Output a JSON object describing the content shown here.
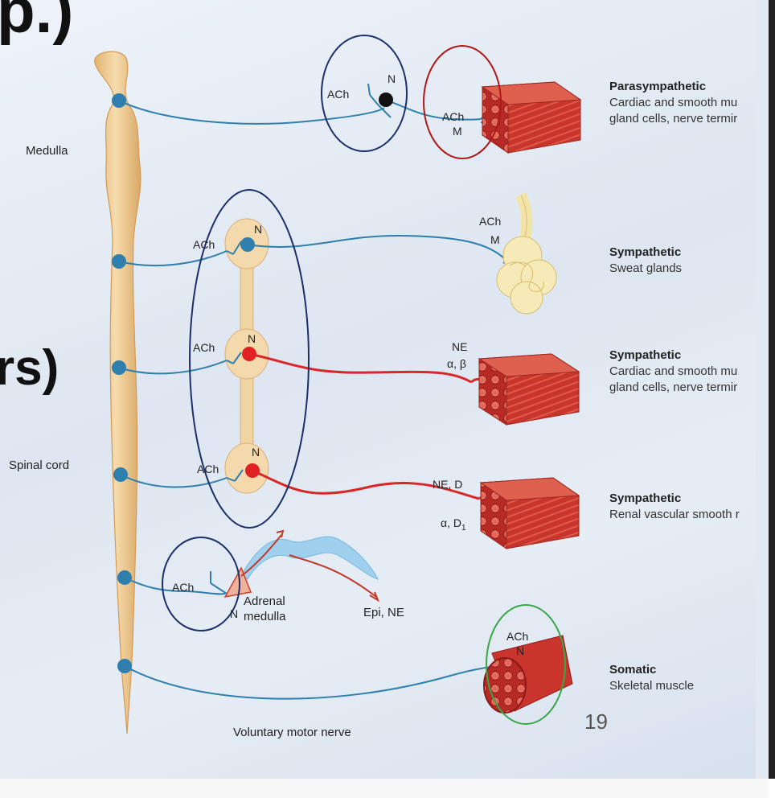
{
  "slide_fragments": {
    "top": "p.)",
    "middle": "rs)"
  },
  "labels": {
    "medulla": "Medulla",
    "spinal_cord": "Spinal cord",
    "adrenal_line1": "Adrenal",
    "adrenal_line2": "medulla",
    "epi_ne": "Epi, NE",
    "voluntary_motor_nerve": "Voluntary motor nerve"
  },
  "transmitters": {
    "ach": "ACh",
    "n": "N",
    "m": "M",
    "ne": "NE",
    "alpha_beta": "α, β",
    "ne_d": "NE, D",
    "alpha_d1": "α, D",
    "d1_sub": "1"
  },
  "pathways": [
    {
      "title": "Parasympathetic",
      "desc1": "Cardiac and smooth mu",
      "desc2": "gland cells, nerve termir"
    },
    {
      "title": "Sympathetic",
      "desc1": "Sweat glands",
      "desc2": ""
    },
    {
      "title": "Sympathetic",
      "desc1": "Cardiac and smooth mu",
      "desc2": "gland cells, nerve termir"
    },
    {
      "title": "Sympathetic",
      "desc1": "Renal vascular smooth r",
      "desc2": ""
    },
    {
      "title": "Somatic",
      "desc1": "Skeletal muscle",
      "desc2": ""
    }
  ],
  "page_number": "19",
  "colors": {
    "nerve_blue": "#2f7fae",
    "nerve_red": "#d8282a",
    "spinal_cord": "#f0cf9a",
    "circle_navy": "#1d2f6b",
    "circle_red": "#b01818",
    "circle_green": "#3aa648",
    "muscle_red": "#c9352d"
  }
}
